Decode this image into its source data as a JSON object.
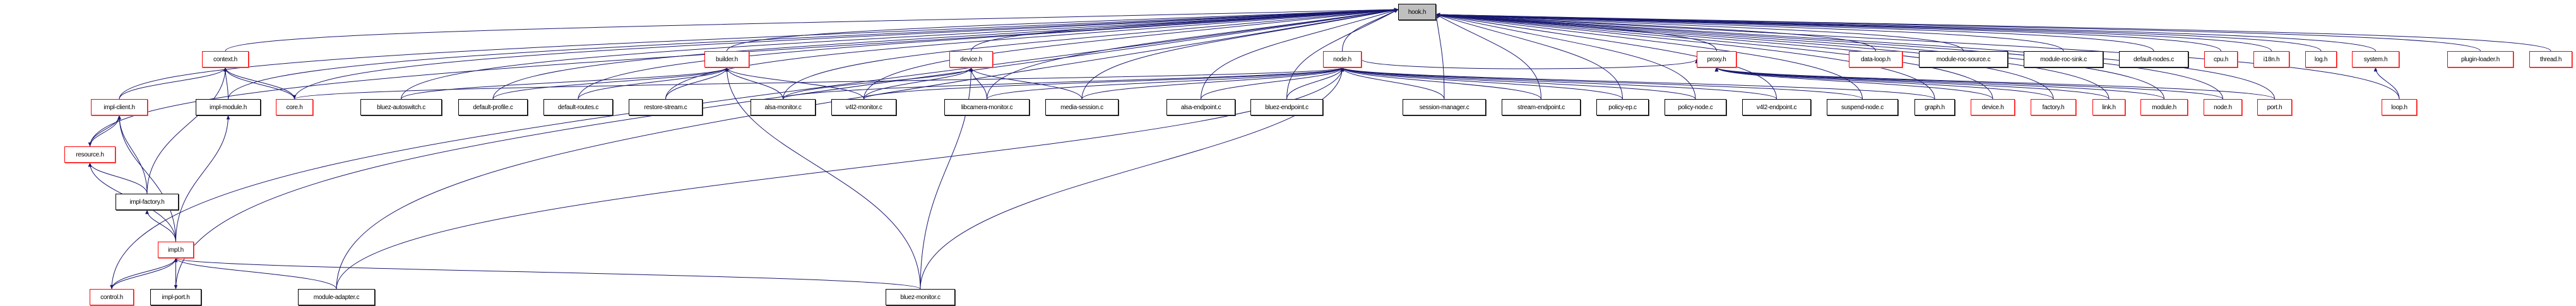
{
  "colors": {
    "edge": "#191970",
    "root_fill": "#bfbfbf",
    "truncated_border": "#ff0000",
    "node_border": "#000000"
  },
  "nodes": [
    {
      "id": "hook",
      "label": "hook.h",
      "kind": "root"
    },
    {
      "id": "context",
      "label": "context.h",
      "kind": "truncated"
    },
    {
      "id": "builder",
      "label": "builder.h",
      "kind": "truncated"
    },
    {
      "id": "device",
      "label": "device.h",
      "kind": "truncated"
    },
    {
      "id": "node",
      "label": "node.h",
      "kind": "truncated"
    },
    {
      "id": "proxy",
      "label": "proxy.h",
      "kind": "truncated"
    },
    {
      "id": "data_loop",
      "label": "data-loop.h",
      "kind": "truncated"
    },
    {
      "id": "roc_source",
      "label": "module-roc-source.c",
      "kind": "file"
    },
    {
      "id": "roc_sink",
      "label": "module-roc-sink.c",
      "kind": "file"
    },
    {
      "id": "default_nodes",
      "label": "default-nodes.c",
      "kind": "file"
    },
    {
      "id": "cpu",
      "label": "cpu.h",
      "kind": "truncated"
    },
    {
      "id": "i18n",
      "label": "i18n.h",
      "kind": "truncated"
    },
    {
      "id": "log",
      "label": "log.h",
      "kind": "truncated"
    },
    {
      "id": "system",
      "label": "system.h",
      "kind": "truncated"
    },
    {
      "id": "plugin_loader",
      "label": "plugin-loader.h",
      "kind": "truncated"
    },
    {
      "id": "thread",
      "label": "thread.h",
      "kind": "truncated"
    },
    {
      "id": "impl_client",
      "label": "impl-client.h",
      "kind": "truncated"
    },
    {
      "id": "impl_module",
      "label": "impl-module.h",
      "kind": "file"
    },
    {
      "id": "core",
      "label": "core.h",
      "kind": "truncated"
    },
    {
      "id": "bluez_autoswitch",
      "label": "bluez-autoswitch.c",
      "kind": "file"
    },
    {
      "id": "default_profile",
      "label": "default-profile.c",
      "kind": "file"
    },
    {
      "id": "default_routes",
      "label": "default-routes.c",
      "kind": "file"
    },
    {
      "id": "restore_stream",
      "label": "restore-stream.c",
      "kind": "file"
    },
    {
      "id": "alsa_monitor",
      "label": "alsa-monitor.c",
      "kind": "file"
    },
    {
      "id": "v4l2_monitor",
      "label": "v4l2-monitor.c",
      "kind": "file"
    },
    {
      "id": "libcamera_monitor",
      "label": "libcamera-monitor.c",
      "kind": "file"
    },
    {
      "id": "media_session",
      "label": "media-session.c",
      "kind": "file"
    },
    {
      "id": "alsa_endpoint",
      "label": "alsa-endpoint.c",
      "kind": "file"
    },
    {
      "id": "bluez_endpoint",
      "label": "bluez-endpoint.c",
      "kind": "file"
    },
    {
      "id": "session_manager",
      "label": "session-manager.c",
      "kind": "file"
    },
    {
      "id": "stream_endpoint",
      "label": "stream-endpoint.c",
      "kind": "file"
    },
    {
      "id": "policy_ep",
      "label": "policy-ep.c",
      "kind": "file"
    },
    {
      "id": "policy_node",
      "label": "policy-node.c",
      "kind": "file"
    },
    {
      "id": "v4l2_endpoint",
      "label": "v4l2-endpoint.c",
      "kind": "file"
    },
    {
      "id": "suspend_node",
      "label": "suspend-node.c",
      "kind": "file"
    },
    {
      "id": "graph",
      "label": "graph.h",
      "kind": "file"
    },
    {
      "id": "device2",
      "label": "device.h",
      "kind": "truncated"
    },
    {
      "id": "factory",
      "label": "factory.h",
      "kind": "truncated"
    },
    {
      "id": "link",
      "label": "link.h",
      "kind": "truncated"
    },
    {
      "id": "module",
      "label": "module.h",
      "kind": "truncated"
    },
    {
      "id": "node2",
      "label": "node.h",
      "kind": "truncated"
    },
    {
      "id": "port",
      "label": "port.h",
      "kind": "truncated"
    },
    {
      "id": "loop",
      "label": "loop.h",
      "kind": "truncated"
    },
    {
      "id": "resource",
      "label": "resource.h",
      "kind": "truncated"
    },
    {
      "id": "impl_factory",
      "label": "impl-factory.h",
      "kind": "file"
    },
    {
      "id": "impl",
      "label": "impl.h",
      "kind": "truncated"
    },
    {
      "id": "control",
      "label": "control.h",
      "kind": "truncated"
    },
    {
      "id": "impl_port",
      "label": "impl-port.h",
      "kind": "file"
    },
    {
      "id": "module_adapter",
      "label": "module-adapter.c",
      "kind": "file"
    },
    {
      "id": "bluez_monitor",
      "label": "bluez-monitor.c",
      "kind": "file"
    }
  ],
  "edges": [
    [
      "context",
      "hook"
    ],
    [
      "builder",
      "hook"
    ],
    [
      "device",
      "hook"
    ],
    [
      "node",
      "hook"
    ],
    [
      "proxy",
      "hook"
    ],
    [
      "data_loop",
      "hook"
    ],
    [
      "roc_source",
      "hook"
    ],
    [
      "roc_sink",
      "hook"
    ],
    [
      "default_nodes",
      "hook"
    ],
    [
      "cpu",
      "hook"
    ],
    [
      "i18n",
      "hook"
    ],
    [
      "log",
      "hook"
    ],
    [
      "system",
      "hook"
    ],
    [
      "plugin_loader",
      "hook"
    ],
    [
      "thread",
      "hook"
    ],
    [
      "impl_client",
      "hook"
    ],
    [
      "impl_module",
      "hook"
    ],
    [
      "core",
      "hook"
    ],
    [
      "bluez_autoswitch",
      "hook"
    ],
    [
      "default_profile",
      "hook"
    ],
    [
      "default_routes",
      "hook"
    ],
    [
      "restore_stream",
      "hook"
    ],
    [
      "alsa_monitor",
      "hook"
    ],
    [
      "v4l2_monitor",
      "hook"
    ],
    [
      "libcamera_monitor",
      "hook"
    ],
    [
      "media_session",
      "hook"
    ],
    [
      "alsa_endpoint",
      "hook"
    ],
    [
      "bluez_endpoint",
      "hook"
    ],
    [
      "session_manager",
      "hook"
    ],
    [
      "stream_endpoint",
      "hook"
    ],
    [
      "policy_ep",
      "hook"
    ],
    [
      "policy_node",
      "hook"
    ],
    [
      "v4l2_endpoint",
      "hook"
    ],
    [
      "suspend_node",
      "hook"
    ],
    [
      "graph",
      "hook"
    ],
    [
      "device2",
      "hook"
    ],
    [
      "factory",
      "hook"
    ],
    [
      "link",
      "hook"
    ],
    [
      "module",
      "hook"
    ],
    [
      "node2",
      "hook"
    ],
    [
      "port",
      "hook"
    ],
    [
      "loop",
      "hook"
    ],
    [
      "resource",
      "hook"
    ],
    [
      "control",
      "hook"
    ],
    [
      "impl_port",
      "hook"
    ],
    [
      "module_adapter",
      "hook"
    ],
    [
      "impl_client",
      "context"
    ],
    [
      "impl_module",
      "context"
    ],
    [
      "core",
      "context"
    ],
    [
      "context",
      "core"
    ],
    [
      "impl_factory",
      "context"
    ],
    [
      "resource",
      "impl_client"
    ],
    [
      "impl_client",
      "resource"
    ],
    [
      "impl_factory",
      "impl_client"
    ],
    [
      "impl_factory",
      "resource"
    ],
    [
      "impl",
      "impl_factory"
    ],
    [
      "impl",
      "resource"
    ],
    [
      "impl",
      "impl_client"
    ],
    [
      "impl",
      "impl_module"
    ],
    [
      "control",
      "impl"
    ],
    [
      "impl",
      "control"
    ],
    [
      "impl_port",
      "impl"
    ],
    [
      "impl",
      "impl_port"
    ],
    [
      "module_adapter",
      "impl"
    ],
    [
      "bluez_monitor",
      "impl"
    ],
    [
      "bluez_autoswitch",
      "builder"
    ],
    [
      "default_profile",
      "builder"
    ],
    [
      "default_routes",
      "builder"
    ],
    [
      "restore_stream",
      "builder"
    ],
    [
      "alsa_monitor",
      "builder"
    ],
    [
      "v4l2_monitor",
      "builder"
    ],
    [
      "bluez_monitor",
      "builder"
    ],
    [
      "alsa_monitor",
      "device"
    ],
    [
      "v4l2_monitor",
      "device"
    ],
    [
      "libcamera_monitor",
      "device"
    ],
    [
      "media_session",
      "device"
    ],
    [
      "bluez_monitor",
      "device"
    ],
    [
      "core",
      "node"
    ],
    [
      "alsa_monitor",
      "node"
    ],
    [
      "v4l2_monitor",
      "node"
    ],
    [
      "libcamera_monitor",
      "node"
    ],
    [
      "media_session",
      "node"
    ],
    [
      "alsa_endpoint",
      "node"
    ],
    [
      "bluez_endpoint",
      "node"
    ],
    [
      "session_manager",
      "node"
    ],
    [
      "stream_endpoint",
      "node"
    ],
    [
      "policy_ep",
      "node"
    ],
    [
      "policy_node",
      "node"
    ],
    [
      "v4l2_endpoint",
      "node"
    ],
    [
      "suspend_node",
      "node"
    ],
    [
      "module_adapter",
      "node"
    ],
    [
      "bluez_monitor",
      "node"
    ],
    [
      "graph",
      "node"
    ],
    [
      "node",
      "proxy"
    ],
    [
      "device2",
      "proxy"
    ],
    [
      "factory",
      "proxy"
    ],
    [
      "link",
      "proxy"
    ],
    [
      "module",
      "proxy"
    ],
    [
      "node2",
      "proxy"
    ],
    [
      "port",
      "proxy"
    ],
    [
      "loop",
      "system"
    ]
  ]
}
